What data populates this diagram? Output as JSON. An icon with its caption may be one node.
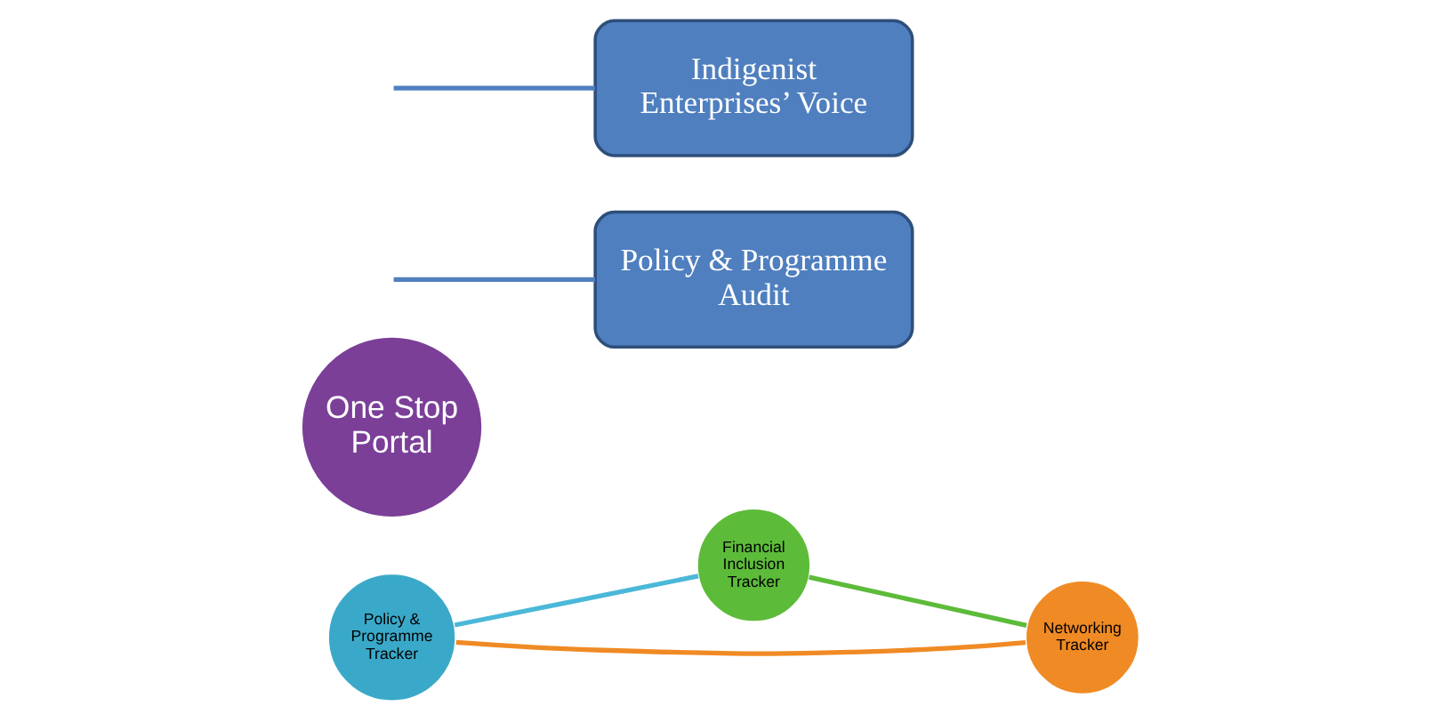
{
  "diagram": {
    "nodes": [
      {
        "text": [
          "Policy & Programme Tracker"
        ]
      },
      {
        "text": [
          "One Stop Portal"
        ]
      },
      {
        "text": [
          "Networking Tracker"
        ]
      },
      {
        "text": [
          "Financial Inclusion Tracker"
        ]
      },
      {
        "text": [
          "Policy & Programme Audit"
        ]
      },
      {
        "text": [
          "Indigenist Enterprises’ Voice"
        ]
      }
    ],
    "edges": [
      {
        "from": 2,
        "to": 0,
        "arrow": "none",
        "color": "#f08a24"
      },
      {
        "from": 0,
        "to": 3,
        "arrow": "none",
        "color": "#4bb8d8"
      },
      {
        "from": 3,
        "to": 2,
        "arrow": "none",
        "color": "#5dbb3a"
      },
      {
        "from": null,
        "to": 4,
        "arrow": "none",
        "color": "#4f7fbf"
      },
      {
        "from": null,
        "to": 5,
        "arrow": "none",
        "color": "#4f7fbf"
      }
    ]
  }
}
